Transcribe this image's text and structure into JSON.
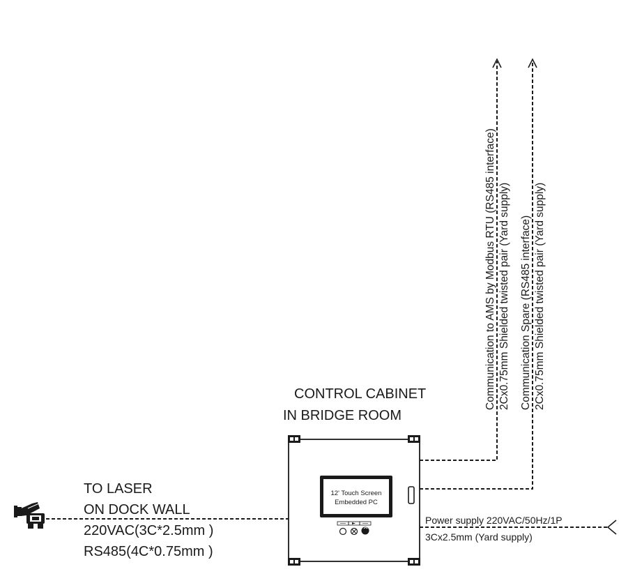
{
  "cabinet": {
    "title_line1": "CONTROL CABINET",
    "title_line2": "IN BRIDGE ROOM",
    "screen_line1": "12' Touch Screen",
    "screen_line2": "Embedded PC"
  },
  "laser": {
    "line1": "TO LASER",
    "line2": "ON DOCK WALL",
    "line3": "220VAC(3C*2.5mm )",
    "line4": "RS485(4C*0.75mm )"
  },
  "power": {
    "line1": "Power supply 220VAC/50Hz/1P",
    "line2": "3Cx2.5mm (Yard supply)"
  },
  "comm1": {
    "line1": "Communication to AMS by Modbus RTU (RS485 interface)",
    "line2": "2Cx0.75mm  Shielded twisted pair  (Yard supply)"
  },
  "comm2": {
    "line1": "Communication Spare (RS485 interface)",
    "line2": "2Cx0.75mm  Shielded twisted pair  (Yard supply)"
  },
  "icons": {
    "camera": "laser-camera-icon",
    "lock": "door-lock-icon",
    "mount": "mounting-bracket-icon",
    "buttons": "control-button-icons"
  }
}
